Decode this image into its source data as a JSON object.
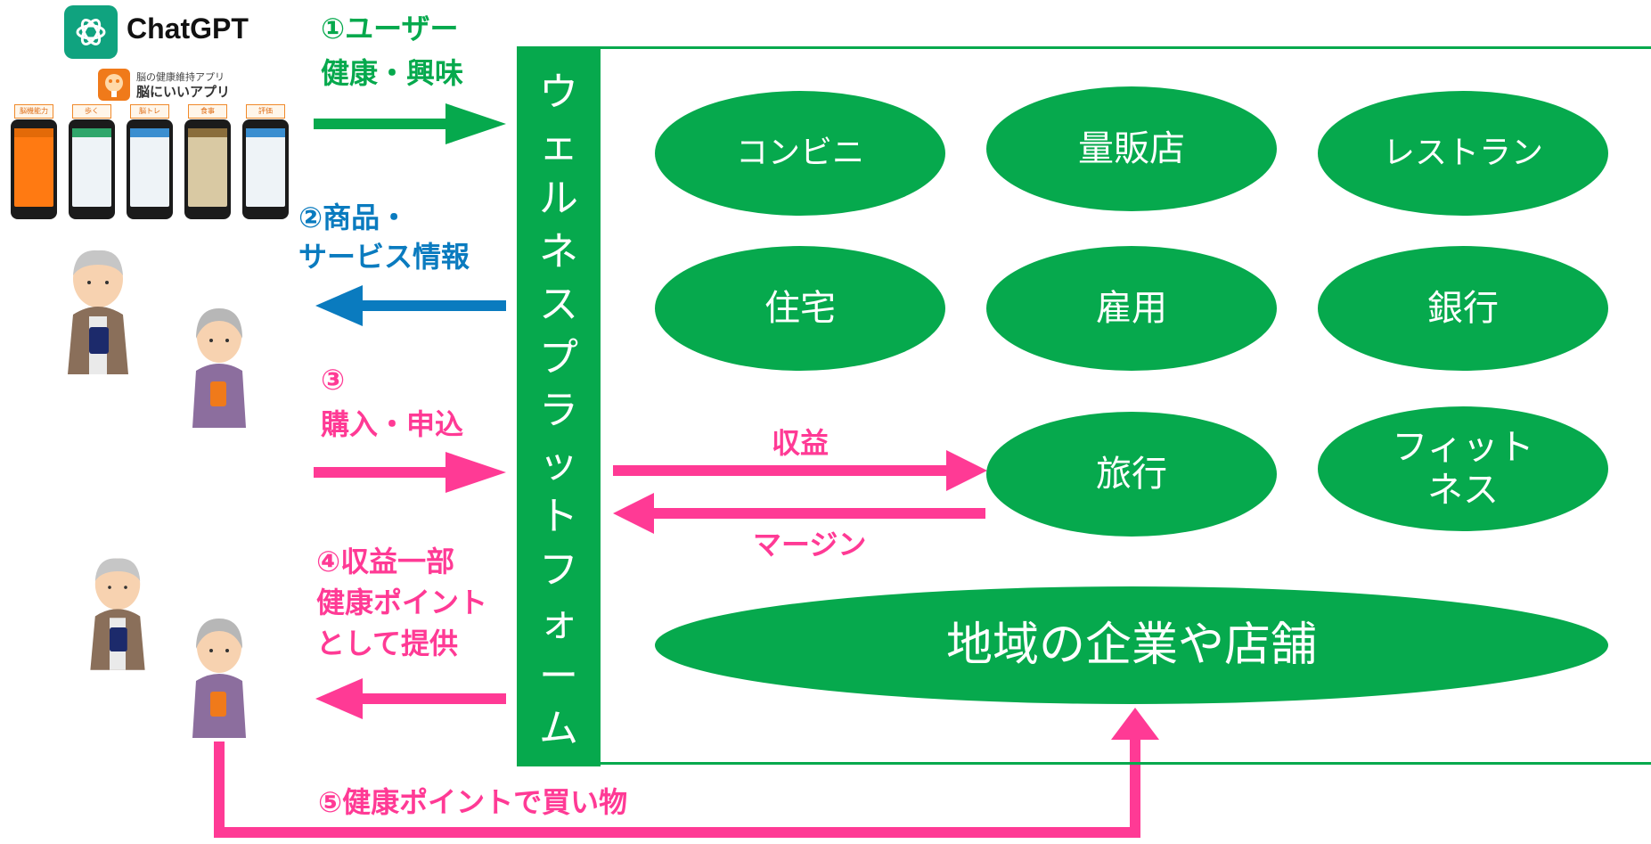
{
  "brand": {
    "name": "ChatGPT",
    "logo_icon": "openai-knot-icon",
    "color": "#10a37f"
  },
  "app": {
    "subtitle": "脳の健康維持アプリ",
    "title": "脳にいいアプリ",
    "icon": "brain-app-icon",
    "screens": [
      "脳機能力",
      "歩く",
      "脳トレ",
      "食事",
      "評価"
    ]
  },
  "users": [
    {
      "icon": "elderly-man-with-phone-icon"
    },
    {
      "icon": "elderly-woman-with-phone-icon"
    }
  ],
  "flows": {
    "step1": {
      "line1": "①ユーザー",
      "line2": "健康・興味",
      "color": "#06a94d"
    },
    "step2": {
      "line1": "②商品・",
      "line2": "サービス情報",
      "color": "#0a7bbf"
    },
    "step3": {
      "line1": "③",
      "line2": "購入・申込",
      "color": "#ff3a95"
    },
    "step4": {
      "line1": "④収益一部",
      "line2": "健康ポイント",
      "line3": "として提供",
      "color": "#ff3a95"
    },
    "step5": {
      "label": "⑤健康ポイントで買い物",
      "color": "#ff3a95"
    },
    "revenue": "収益",
    "margin": "マージン"
  },
  "platform": {
    "label_chars": [
      "ウ",
      "ェ",
      "ル",
      "ネ",
      "ス",
      "プ",
      "ラ",
      "ッ",
      "ト",
      "フ",
      "ォ",
      "ー",
      "ム"
    ],
    "color": "#06a94d"
  },
  "partners": {
    "convenience": "コンビニ",
    "mass_retail": "量販店",
    "restaurant": "レストラン",
    "housing": "住宅",
    "employment": "雇用",
    "bank": "銀行",
    "travel": "旅行",
    "fitness": "フィット\nネス",
    "local": "地域の企業や店舗"
  }
}
